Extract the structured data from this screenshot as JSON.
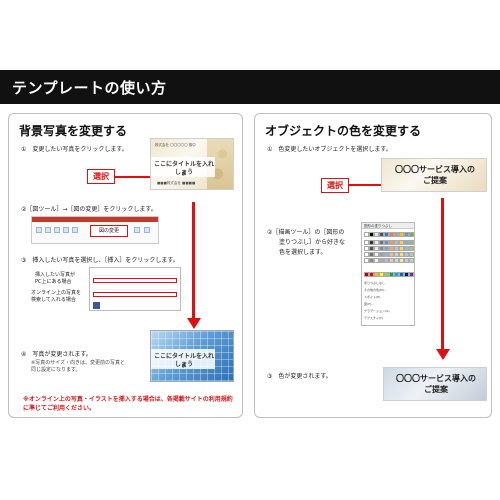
{
  "header": {
    "title": "テンプレートの使い方"
  },
  "left_panel": {
    "title": "背景写真を変更する",
    "step1": "①　変更したい写真をクリックします。",
    "step2": "②［図ツール］→［図の変更］をクリックします。",
    "step3": "③　挿入したい写真を選択し、［挿入］をクリックします。",
    "step4": "④　写真が変更されます。",
    "step4_note1": "※写真のサイズ・向きは、変更前の写真と",
    "step4_note2": "同じ設定になります。",
    "callout_select": "選択",
    "slide_title_1": "ここにタイトルを入れま",
    "slide_title_2": "しょう",
    "slide_sub": "株式会社 〇〇〇〇〇 御中",
    "slide_footer": "■■■株式会社 ■■■■",
    "ribbon_label": "図の変更",
    "dialog_label_pc_1": "挿入したい写真が",
    "dialog_label_pc_2": "PC上にある場合",
    "dialog_label_online_1": "オンライン上の写真を",
    "dialog_label_online_2": "検索して入れる場合",
    "warning": "※オンライン上の写真・イラストを挿入する場合は、各掲載サイトの利用規約に準じてご利用ください。"
  },
  "right_panel": {
    "title": "オブジェクトの色を変更する",
    "step1": "①　色変更したいオブジェクトを選択します。",
    "step2_1": "②［描画ツール］の［図形の",
    "step2_2": "塗りつぶし］から好きな",
    "step2_3": "色を選択します。",
    "step3": "③　色が変更されます。",
    "callout_select": "選択",
    "box_text_1": "〇〇〇サービス導入の",
    "box_text_2": "ご提案",
    "picker_title": "図形の塗りつぶし",
    "picker_items": [
      "塗りつぶしなし",
      "その他の色(M)...",
      "スポイト(E)",
      "図(P)...",
      "グラデーション(G)",
      "テクスチャ(T)"
    ]
  },
  "colors": {
    "accent": "#e01010",
    "header_bg": "#111111",
    "swatches": [
      "#ffffff",
      "#000000",
      "#e7e6e6",
      "#44546a",
      "#4472c4",
      "#ed7d31",
      "#a5a5a5",
      "#ffc000",
      "#5b9bd5",
      "#70ad47"
    ]
  }
}
